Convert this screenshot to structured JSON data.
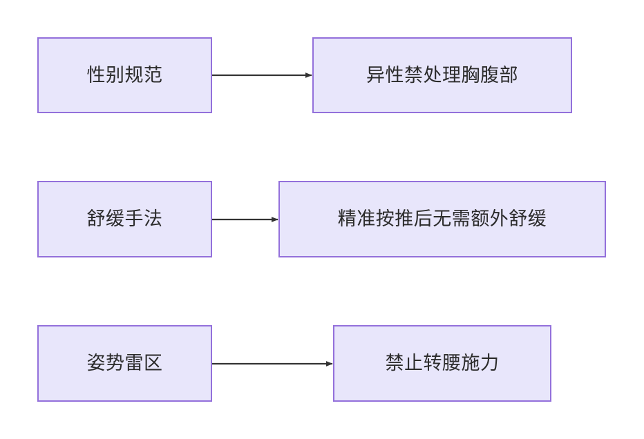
{
  "diagram": {
    "type": "flowchart",
    "direction": "left-to-right",
    "background_color": "#ffffff",
    "node_fill_color": "#E8E6FB",
    "node_border_color": "#9370DB",
    "node_text_color": "#2b2b2b",
    "edge_color": "#333333",
    "rows": [
      {
        "source": "性别规范",
        "target": "异性禁处理胸腹部"
      },
      {
        "source": "舒缓手法",
        "target": "精准按推后无需额外舒缓"
      },
      {
        "source": "姿势雷区",
        "target": "禁止转腰施力"
      }
    ],
    "edges": [
      {
        "from": "性别规范",
        "to": "异性禁处理胸腹部",
        "label": ""
      },
      {
        "from": "舒缓手法",
        "to": "精准按推后无需额外舒缓",
        "label": ""
      },
      {
        "from": "姿势雷区",
        "to": "禁止转腰施力",
        "label": ""
      }
    ]
  }
}
